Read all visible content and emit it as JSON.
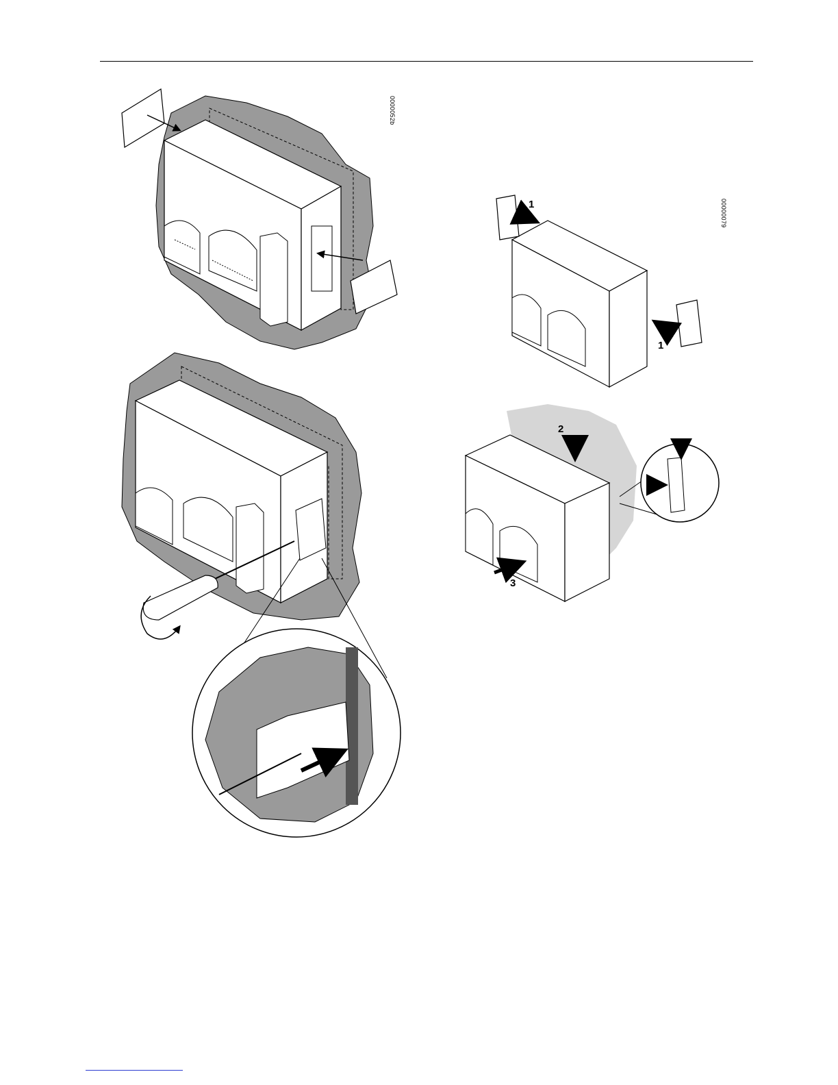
{
  "figures": {
    "top_left": {
      "code": "0000052b"
    },
    "top_right": {
      "code": "00000079"
    }
  },
  "steps": {
    "s1a": "1",
    "s1b": "1",
    "s2": "2",
    "s3": "3"
  },
  "colors": {
    "wall": "#9a9a9a",
    "wall_light": "#d6d6d6",
    "line": "#000000",
    "body": "#ffffff",
    "footer_rule": "#2a3ad0"
  }
}
